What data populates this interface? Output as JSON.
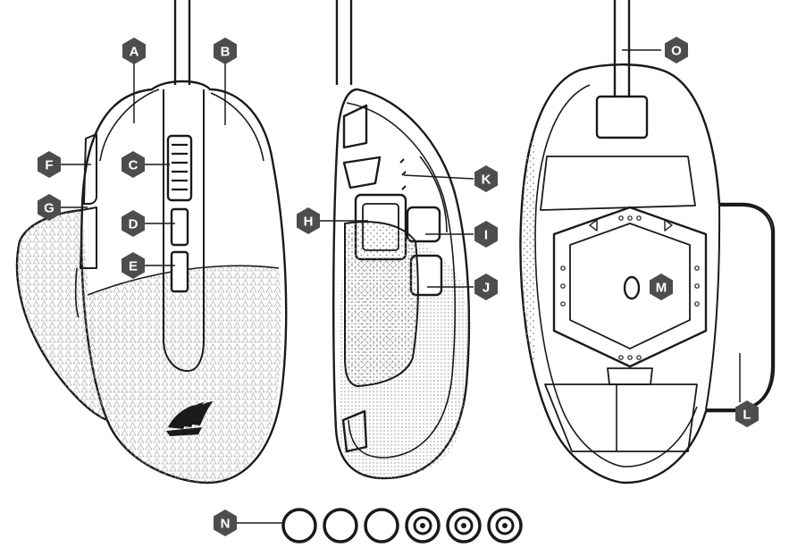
{
  "colors": {
    "outline": "#1a1a1a",
    "badge": "#4d4d4d",
    "badge_text": "#ffffff",
    "texture": "#9a9a9a",
    "background": "#ffffff"
  },
  "brand_logo": {
    "icon": "corsair-sails-icon"
  },
  "callouts": {
    "A": "A",
    "B": "B",
    "C": "C",
    "D": "D",
    "E": "E",
    "F": "F",
    "G": "G",
    "H": "H",
    "I": "I",
    "J": "J",
    "K": "K",
    "L": "L",
    "M": "M",
    "N": "N",
    "O": "O"
  },
  "weights": {
    "plain_count": 3,
    "ringed_count": 3
  }
}
